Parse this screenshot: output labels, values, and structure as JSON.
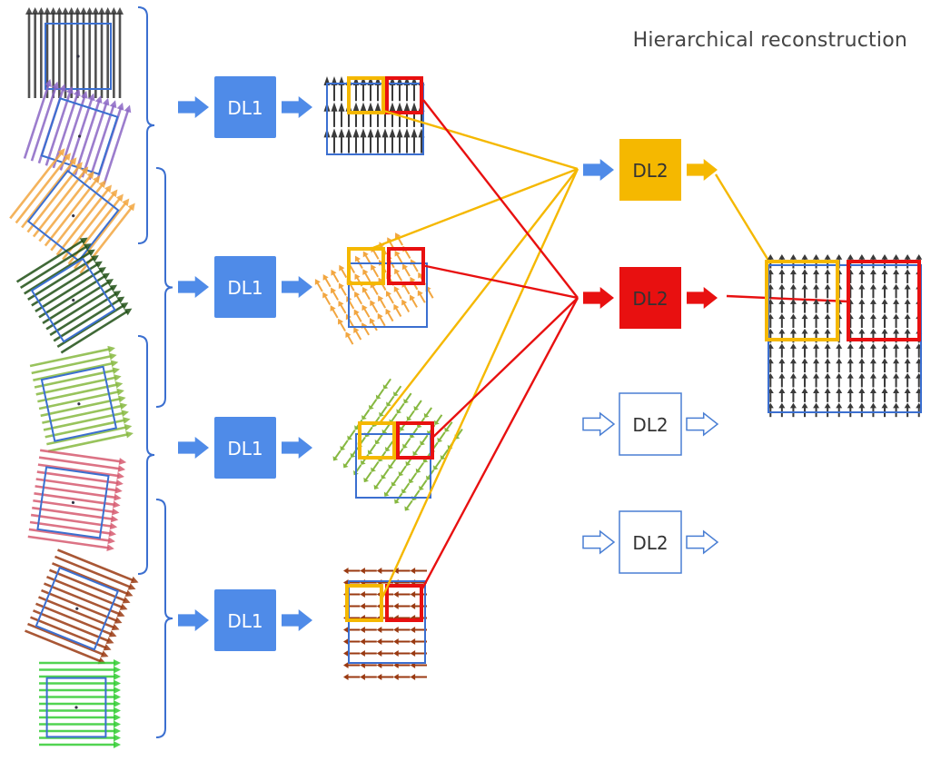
{
  "title": "Hierarchical reconstruction",
  "stage1_blocks": [
    {
      "label": "DL1"
    },
    {
      "label": "DL1"
    },
    {
      "label": "DL1"
    },
    {
      "label": "DL1"
    }
  ],
  "stage2_blocks": [
    {
      "label": "DL2",
      "state": "selected-yellow"
    },
    {
      "label": "DL2",
      "state": "selected-red"
    },
    {
      "label": "DL2",
      "state": "outline"
    },
    {
      "label": "DL2",
      "state": "outline"
    }
  ],
  "colors": {
    "dl1_fill": "#4f8be8",
    "arrow_blue": "#4f8be8",
    "yellow": "#f5b800",
    "red": "#e81010",
    "outline_blue": "#4a7fd4",
    "input_colors": [
      "#333333",
      "#8b66c4",
      "#f2a640",
      "#1f4f14",
      "#86b840",
      "#d65a70",
      "#9a3a12",
      "#33cc33"
    ]
  }
}
